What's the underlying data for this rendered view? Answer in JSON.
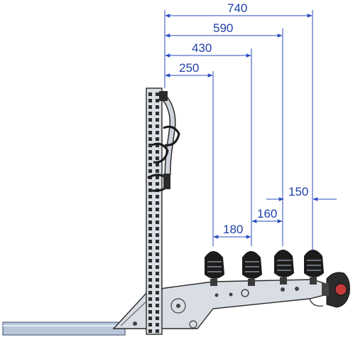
{
  "dimensions": {
    "top": [
      {
        "id": "d740",
        "label": "740"
      },
      {
        "id": "d590",
        "label": "590"
      },
      {
        "id": "d430",
        "label": "430"
      },
      {
        "id": "d250",
        "label": "250"
      }
    ],
    "spacing": [
      {
        "id": "d180",
        "label": "180"
      },
      {
        "id": "d160",
        "label": "160"
      },
      {
        "id": "d150",
        "label": "150"
      }
    ]
  },
  "colors": {
    "dimension_line": "#2a4ec0",
    "dimension_text": "#1f3fa8",
    "frame_fill": "#d9dde4",
    "outline": "#2a2a2a",
    "wheel_holder": "#1b1b1b",
    "tow_bar": "#b9c6da",
    "tail_light_accent": "#c83a3a"
  }
}
